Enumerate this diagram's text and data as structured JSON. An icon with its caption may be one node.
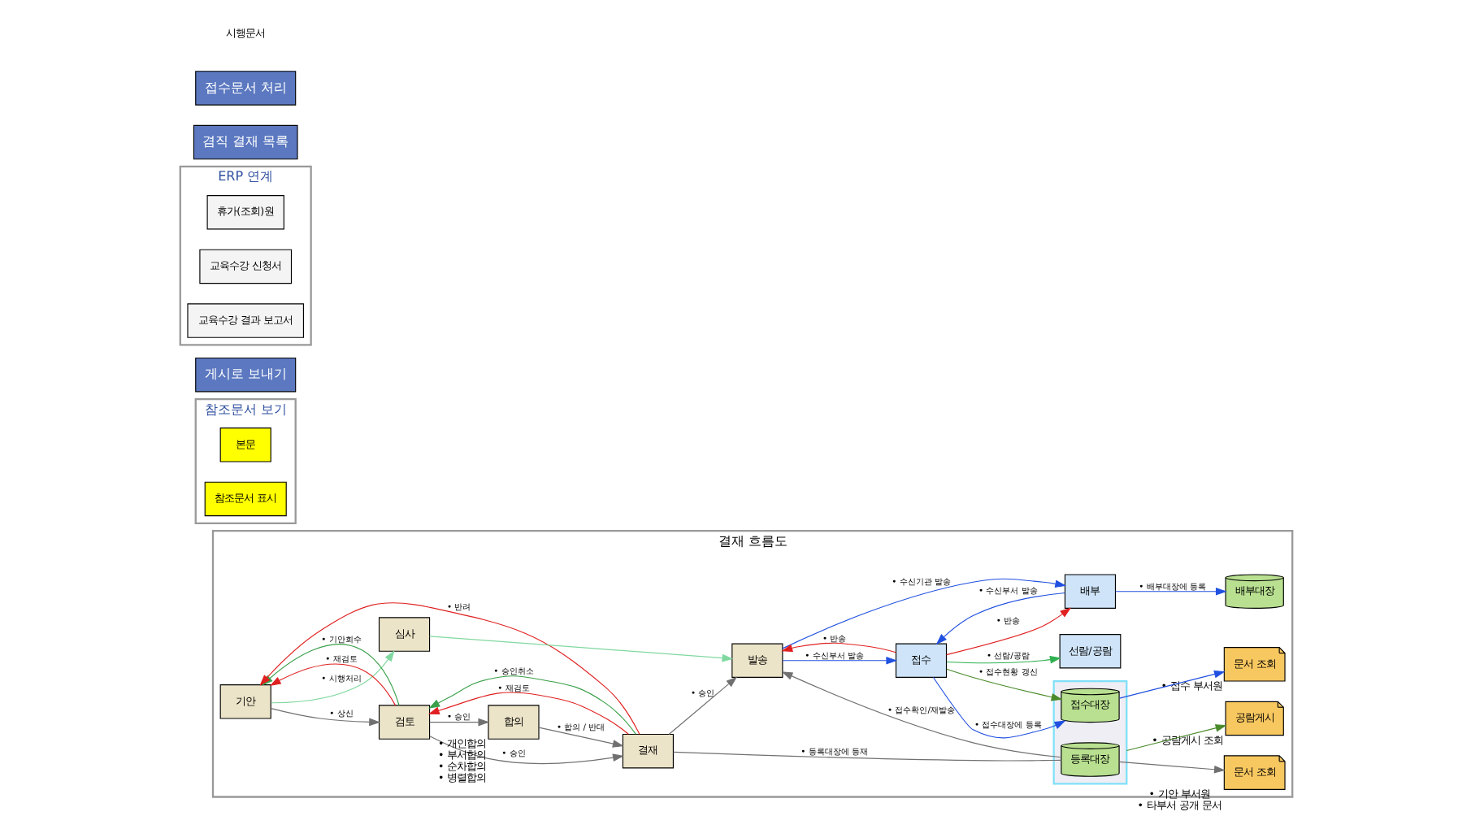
{
  "diagram": {
    "nodes": [
      {
        "text": [
          "결재 흐름도"
        ]
      },
      {
        "text": [
          "문서 조회"
        ],
        "in": 0,
        "beside": [
          "• 기안 부서원",
          "• 타부서 공개 문서"
        ]
      },
      {
        "text": [
          "공람게시"
        ],
        "in": 0,
        "beside": [
          "• 공람게시 조회"
        ]
      },
      {
        "text": [
          "문서 조회"
        ],
        "in": 0,
        "beside": [
          "• 접수 부서원"
        ]
      },
      {
        "text": [],
        "shape": "box",
        "in": 0
      },
      {
        "text": [
          "등록대장"
        ],
        "in": 4
      },
      {
        "text": [
          "접수대장"
        ],
        "in": 4
      },
      {
        "text": [
          "기안"
        ],
        "in": 0
      },
      {
        "text": [
          "검토"
        ],
        "in": 0
      },
      {
        "text": [
          "결재"
        ],
        "in": 0
      },
      {
        "text": [
          "발송"
        ],
        "in": 0
      },
      {
        "text": [
          "접수"
        ],
        "in": 0
      },
      {
        "text": [
          "선람/공람"
        ],
        "in": 0
      },
      {
        "text": [
          "합의"
        ],
        "in": 0,
        "beside": [
          "• 개인합의",
          "• 부서합의",
          "• 순차합의",
          "• 병렬합의"
        ]
      },
      {
        "text": [
          "심사"
        ],
        "in": 0
      },
      {
        "text": [
          "배부"
        ],
        "in": 0
      },
      {
        "text": [
          "배부대장"
        ],
        "in": 0
      },
      {
        "text": [
          "참조문서 보기"
        ]
      },
      {
        "text": [
          "본문"
        ],
        "in": 17
      },
      {
        "text": [
          "참조문서 표시"
        ],
        "in": 17
      },
      {
        "text": [
          "게시로 보내기"
        ]
      },
      {
        "text": [
          "ERP 연계"
        ]
      },
      {
        "text": [
          "휴가(조회)원"
        ],
        "in": 21
      },
      {
        "text": [
          "교육수강 신청서"
        ],
        "in": 21
      },
      {
        "text": [
          "교육수강 결과 보고서"
        ],
        "in": 21
      },
      {
        "text": [
          "겸직 결재 목록"
        ]
      },
      {
        "text": [
          "접수문서 처리"
        ]
      }
    ],
    "edges": [
      {
        "from": 9,
        "to": 7,
        "arrow": "to",
        "label": "• 반려",
        "color": "#e02020"
      },
      {
        "from": 8,
        "to": 7,
        "arrow": "to",
        "label": "• 재검토",
        "color": "#e02020"
      },
      {
        "from": 7,
        "to": 8,
        "arrow": "to",
        "label": "• 상신"
      },
      {
        "from": 8,
        "to": 7,
        "arrow": "to",
        "label": "• 기안회수",
        "color": "#3aa04a"
      },
      {
        "from": 9,
        "to": 8,
        "arrow": "to",
        "label": "• 재검토",
        "color": "#e02020"
      },
      {
        "from": 8,
        "to": 9,
        "arrow": "to",
        "label": "• 승인"
      },
      {
        "from": 9,
        "to": 8,
        "arrow": "to",
        "label": "• 승인취소",
        "color": "#3aa04a"
      },
      {
        "from": 8,
        "to": 13,
        "arrow": "to",
        "label": "• 승인"
      },
      {
        "from": 13,
        "to": 9,
        "arrow": "to",
        "label": "• 합의 / 반대"
      },
      {
        "from": 9,
        "to": 10,
        "arrow": "to",
        "label": "• 승인"
      },
      {
        "from": 9,
        "to": 5,
        "arrow": "none",
        "label": "• 등록대장에 등재"
      },
      {
        "from": 5,
        "to": 1,
        "arrow": "to"
      },
      {
        "from": 5,
        "to": 10,
        "arrow": "to",
        "label": "• 접수확인/재발송"
      },
      {
        "from": 4,
        "to": 2,
        "arrow": "to",
        "color": "#4a8a2a"
      },
      {
        "from": 6,
        "to": 3,
        "arrow": "to",
        "color": "#2050e0"
      },
      {
        "from": 11,
        "to": 6,
        "arrow": "to",
        "label": "• 접수대장에 등록",
        "color": "#2050e0"
      },
      {
        "from": 11,
        "to": 6,
        "arrow": "to",
        "label": "• 접수현황 갱신",
        "color": "#4a8a2a"
      },
      {
        "from": 10,
        "to": 11,
        "arrow": "to",
        "label": "• 수신부서 발송",
        "color": "#2050e0"
      },
      {
        "from": 11,
        "to": 10,
        "arrow": "to",
        "label": "• 반송",
        "color": "#e02020"
      },
      {
        "from": 11,
        "to": 12,
        "arrow": "to",
        "label": "• 선람/공람",
        "color": "#30b050"
      },
      {
        "from": 10,
        "to": 15,
        "arrow": "to",
        "label": "• 수신기관 발송",
        "color": "#2050e0"
      },
      {
        "from": 15,
        "to": 11,
        "arrow": "to",
        "label": "• 수신부서 발송",
        "color": "#2050e0"
      },
      {
        "from": 11,
        "to": 15,
        "arrow": "to",
        "label": "• 반송",
        "color": "#e02020"
      },
      {
        "from": 15,
        "to": 16,
        "arrow": "to",
        "label": "• 배부대장에 등록",
        "color": "#2050e0"
      },
      {
        "from": 7,
        "to": 14,
        "arrow": "to",
        "label": "• 시행처리",
        "color": "#80d8a0"
      },
      {
        "from": 14,
        "to": 10,
        "arrow": "to",
        "color": "#80d8a0"
      }
    ],
    "labels": [
      "시행문서"
    ]
  }
}
